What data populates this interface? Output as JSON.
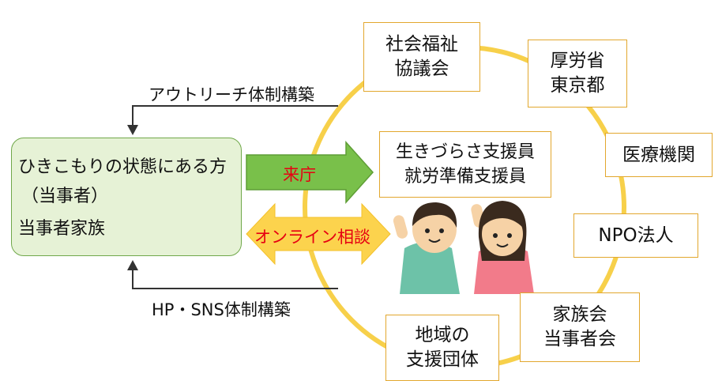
{
  "subject": {
    "line1": "ひきこもりの状態にある方",
    "line2": "（当事者）",
    "line3": "当事者家族"
  },
  "outreach_label": "アウトリーチ体制構築",
  "web_label": "HP・SNS体制構築",
  "visit_label": "来庁",
  "online_label": "オンライン相談",
  "center": {
    "line1": "生きづらさ支援員",
    "line2": "就労準備支援員"
  },
  "partners": {
    "social_welfare": [
      "社会福祉",
      "協議会"
    ],
    "ministry_tokyo": [
      "厚労省",
      "東京都"
    ],
    "medical": [
      "医療機関"
    ],
    "npo": [
      "NPO法人"
    ],
    "family": [
      "家族会",
      "当事者会"
    ],
    "community": [
      "地域の",
      "支援団体"
    ]
  },
  "colors": {
    "ring": "#f7d04a",
    "box_border": "#e2a72e",
    "green_fill": "#e6f2d6",
    "green_border": "#70a84a",
    "arrow_green": "#79c04a",
    "arrow_yellow": "#fcd34d",
    "red_text": "#e60012"
  }
}
